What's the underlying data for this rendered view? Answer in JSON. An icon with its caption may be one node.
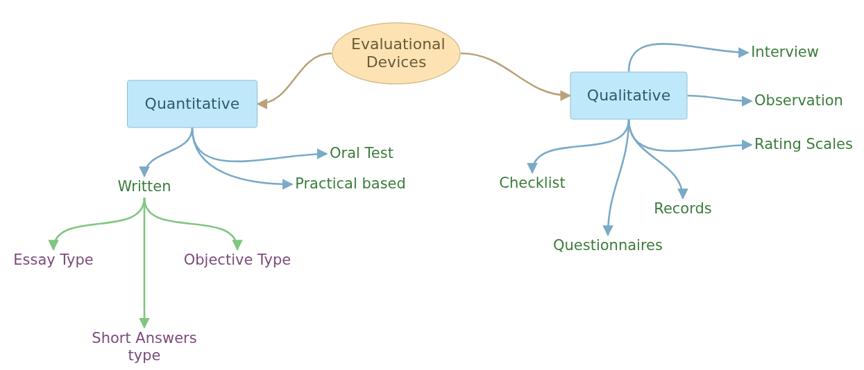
{
  "diagram": {
    "nodes": [
      {
        "text": [
          "Evaluational Devices"
        ]
      },
      {
        "text": [
          "Quantitative"
        ]
      },
      {
        "text": [
          "Qualitative"
        ]
      },
      {
        "text": [
          "Written"
        ]
      },
      {
        "text": [
          "Oral Test"
        ]
      },
      {
        "text": [
          "Practical based"
        ]
      },
      {
        "text": [
          "Essay Type"
        ]
      },
      {
        "text": [
          "Objective Type"
        ]
      },
      {
        "text": [
          "Short Answers type"
        ]
      },
      {
        "text": [
          "Interview"
        ]
      },
      {
        "text": [
          "Observation"
        ]
      },
      {
        "text": [
          "Rating Scales"
        ]
      },
      {
        "text": [
          "Checklist"
        ]
      },
      {
        "text": [
          "Questionnaires"
        ]
      },
      {
        "text": [
          "Records"
        ]
      }
    ],
    "edges": [
      {
        "from": 0,
        "to": 1,
        "arrow": "to",
        "color": "#b9a27a"
      },
      {
        "from": 0,
        "to": 2,
        "arrow": "to",
        "color": "#b9a27a"
      },
      {
        "from": 1,
        "to": 3,
        "arrow": "to"
      },
      {
        "from": 1,
        "to": 4,
        "arrow": "to"
      },
      {
        "from": 1,
        "to": 5,
        "arrow": "to"
      },
      {
        "from": 3,
        "to": 6,
        "arrow": "to",
        "color": "#80c680"
      },
      {
        "from": 3,
        "to": 7,
        "arrow": "to",
        "color": "#80c680"
      },
      {
        "from": 3,
        "to": 8,
        "arrow": "to",
        "color": "#80c680"
      },
      {
        "from": 2,
        "to": 9,
        "arrow": "to"
      },
      {
        "from": 2,
        "to": 10,
        "arrow": "to"
      },
      {
        "from": 2,
        "to": 11,
        "arrow": "to"
      },
      {
        "from": 2,
        "to": 12,
        "arrow": "to"
      },
      {
        "from": 2,
        "to": 13,
        "arrow": "to"
      },
      {
        "from": 2,
        "to": 14,
        "arrow": "to"
      }
    ]
  }
}
